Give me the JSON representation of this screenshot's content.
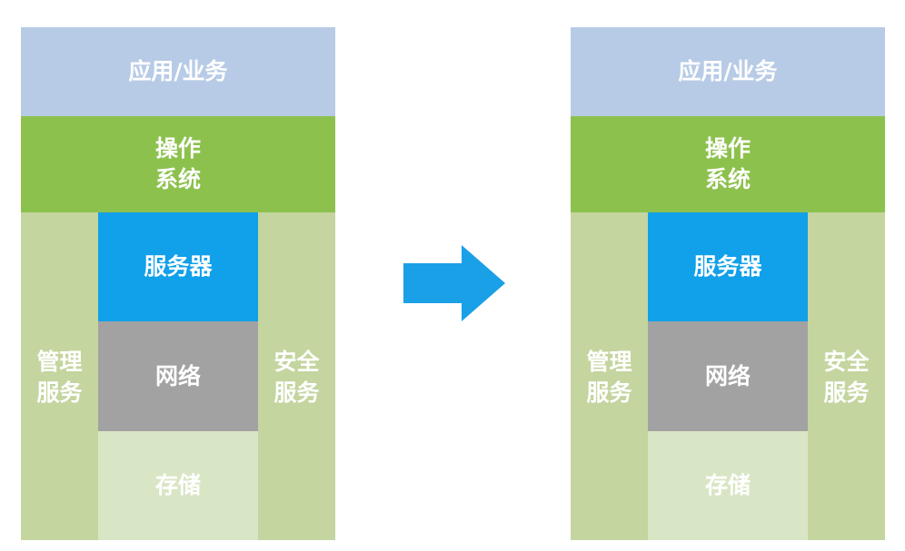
{
  "colors": {
    "app": "#b7cbe6",
    "os": "#8dc14e",
    "side": "#c4d59f",
    "server": "#11a0ea",
    "network": "#a2a2a2",
    "storage": "#d9e6c6",
    "arrow": "#1aa0e6"
  },
  "left": {
    "app": "应用/业务",
    "os": [
      "操作",
      "系统"
    ],
    "mgmt": [
      "管理",
      "服务"
    ],
    "server": "服务器",
    "network": "网络",
    "storage": "存储",
    "security": [
      "安全",
      "服务"
    ]
  },
  "right": {
    "app": "应用/业务",
    "os": [
      "操作",
      "系统"
    ],
    "mgmt": [
      "管理",
      "服务"
    ],
    "server": "服务器",
    "network": "网络",
    "storage": "存储",
    "security": [
      "安全",
      "服务"
    ]
  },
  "arrow_icon": "arrow-right-icon"
}
